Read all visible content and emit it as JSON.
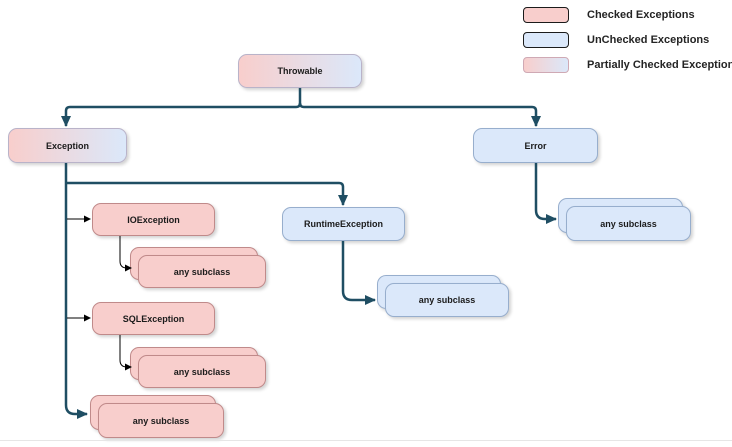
{
  "legend": {
    "items": [
      {
        "label": "Checked Exceptions",
        "type": "checked"
      },
      {
        "label": "UnChecked Exceptions",
        "type": "unchecked"
      },
      {
        "label": "Partially Checked Exceptions",
        "type": "partially-checked"
      }
    ]
  },
  "nodes": {
    "throwable": {
      "label": "Throwable"
    },
    "exception": {
      "label": "Exception"
    },
    "error": {
      "label": "Error"
    },
    "ioexception": {
      "label": "IOException"
    },
    "io_subclass": {
      "label": "any subclass"
    },
    "sqlexception": {
      "label": "SQLException"
    },
    "sql_subclass": {
      "label": "any subclass"
    },
    "exception_subclass": {
      "label": "any subclass"
    },
    "runtimeexception": {
      "label": "RuntimeException"
    },
    "runtime_subclass": {
      "label": "any subclass"
    },
    "error_subclass": {
      "label": "any subclass"
    }
  },
  "colors": {
    "checked_fill": "#f8cecc",
    "checked_border": "#c08a8a",
    "unchecked_fill": "#dbe8fa",
    "unchecked_border": "#97aecd",
    "connector_dark": "#1f4e63",
    "connector_thin": "#000000"
  }
}
